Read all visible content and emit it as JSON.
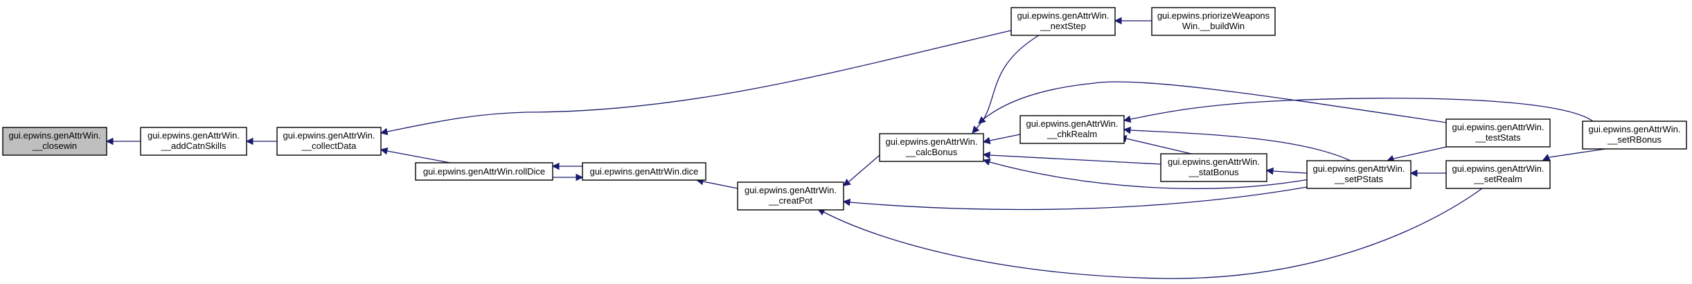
{
  "diagram": {
    "type": "caller-graph",
    "colors": {
      "edge": "#191970",
      "node_border": "#000000",
      "node_fill": "#ffffff",
      "current_node_fill": "#bfbfbf"
    },
    "nodes": [
      {
        "id": "closewin",
        "lines": [
          "gui.epwins.genAttrWin.",
          "__closewin"
        ],
        "current": true
      },
      {
        "id": "addCatnSkills",
        "lines": [
          "gui.epwins.genAttrWin.",
          "__addCatnSkills"
        ]
      },
      {
        "id": "collectData",
        "lines": [
          "gui.epwins.genAttrWin.",
          "__collectData"
        ]
      },
      {
        "id": "rollDice",
        "lines": [
          "gui.epwins.genAttrWin.rollDice"
        ]
      },
      {
        "id": "dice",
        "lines": [
          "gui.epwins.genAttrWin.dice"
        ]
      },
      {
        "id": "creatPot",
        "lines": [
          "gui.epwins.genAttrWin.",
          "__creatPot"
        ]
      },
      {
        "id": "calcBonus",
        "lines": [
          "gui.epwins.genAttrWin.",
          "__calcBonus"
        ]
      },
      {
        "id": "nextStep",
        "lines": [
          "gui.epwins.genAttrWin.",
          "__nextStep"
        ]
      },
      {
        "id": "priorizeWeapons",
        "lines": [
          "gui.epwins.priorizeWeapons",
          "Win.__buildWin"
        ]
      },
      {
        "id": "chkRealm",
        "lines": [
          "gui.epwins.genAttrWin.",
          "__chkRealm"
        ]
      },
      {
        "id": "statBonus",
        "lines": [
          "gui.epwins.genAttrWin.",
          "__statBonus"
        ]
      },
      {
        "id": "setPStats",
        "lines": [
          "gui.epwins.genAttrWin.",
          "__setPStats"
        ]
      },
      {
        "id": "testStats",
        "lines": [
          "gui.epwins.genAttrWin.",
          "__testStats"
        ]
      },
      {
        "id": "setRealm",
        "lines": [
          "gui.epwins.genAttrWin.",
          "__setRealm"
        ]
      },
      {
        "id": "setRBonus",
        "lines": [
          "gui.epwins.genAttrWin.",
          "__setRBonus"
        ]
      }
    ],
    "edges": [
      {
        "from": "addCatnSkills",
        "to": "closewin"
      },
      {
        "from": "collectData",
        "to": "addCatnSkills"
      },
      {
        "from": "nextStep",
        "to": "collectData"
      },
      {
        "from": "rollDice",
        "to": "collectData"
      },
      {
        "from": "dice",
        "to": "rollDice"
      },
      {
        "from": "rollDice",
        "to": "dice"
      },
      {
        "from": "creatPot",
        "to": "dice"
      },
      {
        "from": "calcBonus",
        "to": "creatPot"
      },
      {
        "from": "setPStats",
        "to": "creatPot"
      },
      {
        "from": "setRealm",
        "to": "creatPot"
      },
      {
        "from": "nextStep",
        "to": "calcBonus"
      },
      {
        "from": "chkRealm",
        "to": "calcBonus"
      },
      {
        "from": "statBonus",
        "to": "calcBonus"
      },
      {
        "from": "setPStats",
        "to": "calcBonus"
      },
      {
        "from": "testStats",
        "to": "calcBonus"
      },
      {
        "from": "priorizeWeapons",
        "to": "nextStep"
      },
      {
        "from": "statBonus",
        "to": "chkRealm"
      },
      {
        "from": "setPStats",
        "to": "chkRealm"
      },
      {
        "from": "setRBonus",
        "to": "chkRealm"
      },
      {
        "from": "setPStats",
        "to": "statBonus"
      },
      {
        "from": "testStats",
        "to": "setPStats"
      },
      {
        "from": "setRealm",
        "to": "setPStats"
      },
      {
        "from": "setRBonus",
        "to": "setRealm"
      }
    ]
  }
}
